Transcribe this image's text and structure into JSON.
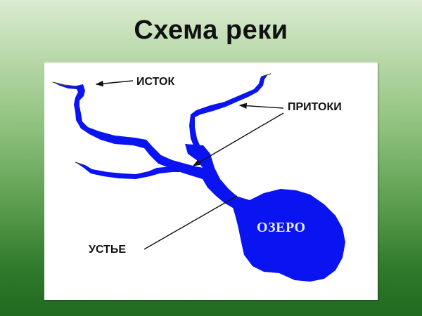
{
  "title": "Схема реки",
  "diagram": {
    "labels": {
      "source": "ИСТОК",
      "tributaries": "ПРИТОКИ",
      "mouth": "УСТЬЕ",
      "lake": "ОЗЕРО"
    },
    "colors": {
      "water": "#0a14f0",
      "panel": "#ffffff",
      "text": "#111111",
      "lake_text": "#e8ecff"
    }
  }
}
